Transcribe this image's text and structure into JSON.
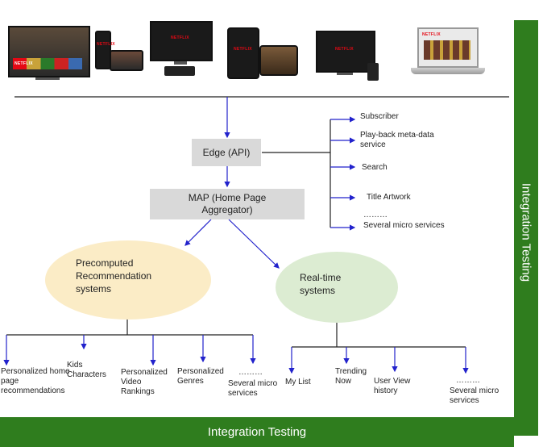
{
  "devices": [
    {
      "name": "smart-tv",
      "brand": "NETFLIX"
    },
    {
      "name": "phone-and-tablet",
      "brand": "NETFLIX"
    },
    {
      "name": "tv-with-console",
      "brand": "NETFLIX"
    },
    {
      "name": "tablets",
      "brand": "NETFLIX"
    },
    {
      "name": "tv-with-playstation",
      "brand": "NETFLIX"
    },
    {
      "name": "laptop",
      "brand": "NETFLIX"
    }
  ],
  "edge_api": "Edge (API)",
  "map_aggregator": "MAP (Home Page Aggregator)",
  "edge_services": [
    "Subscriber",
    "Play-back meta-data service",
    "Search",
    "Title Artwork",
    "………",
    "Several micro services"
  ],
  "precomputed": "Precomputed Recommendation systems",
  "realtime": "Real-time systems",
  "precomputed_children": [
    "Personalized home page recommendations",
    "Kids Characters",
    "Personalized Video Rankings",
    "Personalized Genres",
    "………",
    "Several micro services"
  ],
  "realtime_children": [
    "My List",
    "Trending Now",
    "User View history",
    "………",
    "Several micro services"
  ],
  "integration_testing_side": "Integration Testing",
  "integration_testing_bottom": "Integration Testing",
  "colors": {
    "green_band": "#2f7d1e",
    "arrow": "#2222cc",
    "precomputed_fill": "#fbecc6",
    "realtime_fill": "#dcecd2",
    "box_fill": "#d9d9d9"
  }
}
